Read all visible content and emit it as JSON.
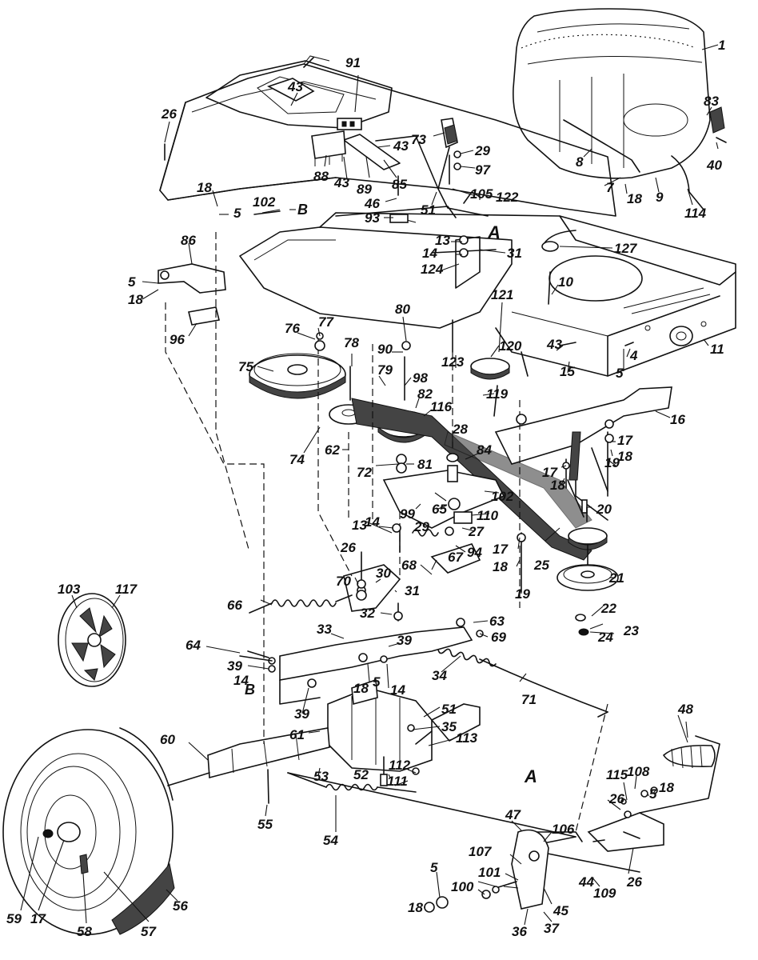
{
  "callouts": [
    "1",
    "83",
    "40",
    "114",
    "9",
    "18",
    "7",
    "8",
    "91",
    "43",
    "26",
    "88",
    "43",
    "89",
    "85",
    "73",
    "43",
    "29",
    "97",
    "46",
    "105",
    "122",
    "51",
    "18",
    "5",
    "102",
    "B",
    "93",
    "A",
    "13",
    "14",
    "31",
    "127",
    "86",
    "124",
    "5",
    "18",
    "10",
    "96",
    "80",
    "121",
    "120",
    "76",
    "77",
    "78",
    "90",
    "123",
    "43",
    "15",
    "4",
    "5",
    "11",
    "75",
    "79",
    "98",
    "82",
    "116",
    "119",
    "16",
    "74",
    "62",
    "28",
    "84",
    "17",
    "18",
    "72",
    "81",
    "17",
    "19",
    "18",
    "20",
    "29",
    "99",
    "65",
    "102",
    "110",
    "27",
    "14",
    "13",
    "94",
    "17",
    "18",
    "25",
    "21",
    "19",
    "67",
    "68",
    "26",
    "70",
    "30",
    "66",
    "31",
    "32",
    "22",
    "23",
    "24",
    "63",
    "69",
    "33",
    "64",
    "39",
    "14",
    "B",
    "39",
    "18",
    "5",
    "14",
    "34",
    "71",
    "48",
    "39",
    "51",
    "35",
    "113",
    "61",
    "60",
    "53",
    "52",
    "112",
    "111",
    "55",
    "A",
    "115",
    "108",
    "18",
    "5",
    "26",
    "54",
    "47",
    "106",
    "26",
    "107",
    "109",
    "101",
    "5",
    "100",
    "44",
    "18",
    "45",
    "36",
    "37",
    "59",
    "17",
    "58",
    "57",
    "56",
    "103",
    "117"
  ]
}
